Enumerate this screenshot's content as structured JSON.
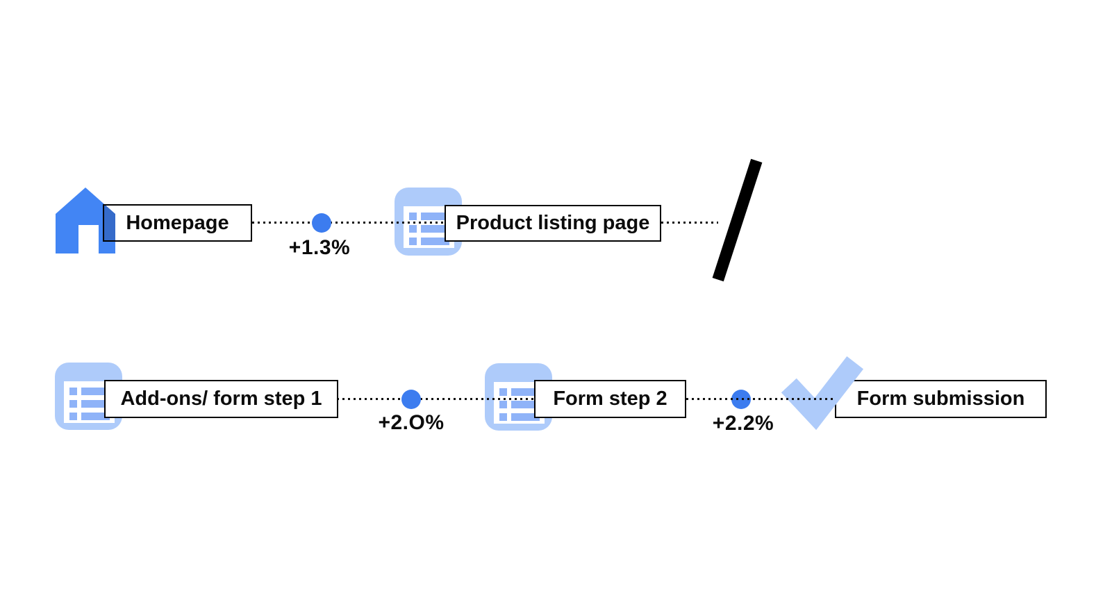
{
  "diagram": {
    "title": "conversion-funnel-flow",
    "rows": [
      {
        "name": "row-1",
        "steps": [
          {
            "icon": "home-icon",
            "label": "Homepage"
          },
          {
            "icon": "list-icon",
            "label": "Product listing page"
          }
        ],
        "connectors": [
          {
            "marker": "blue-dot",
            "value": "+1.3%"
          }
        ],
        "truncation": "black-slash"
      },
      {
        "name": "row-2",
        "steps": [
          {
            "icon": "list-icon",
            "label": "Add-ons/ form step 1"
          },
          {
            "icon": "list-icon",
            "label": "Form step 2"
          },
          {
            "icon": "check-icon",
            "label": "Form submission"
          }
        ],
        "connectors": [
          {
            "marker": "blue-dot",
            "value": "+2.O%"
          },
          {
            "marker": "blue-dot",
            "value": "+2.2%"
          }
        ]
      }
    ],
    "colors": {
      "primary_blue": "#4285F4",
      "dot_blue": "#3C7CEF",
      "icon_light_blue": "#AECBFA",
      "icon_bar_blue": "#8FB3F8",
      "text": "#0C0C0C",
      "box_border": "#000000",
      "slash": "#000000",
      "background": "#FFFFFF"
    }
  }
}
